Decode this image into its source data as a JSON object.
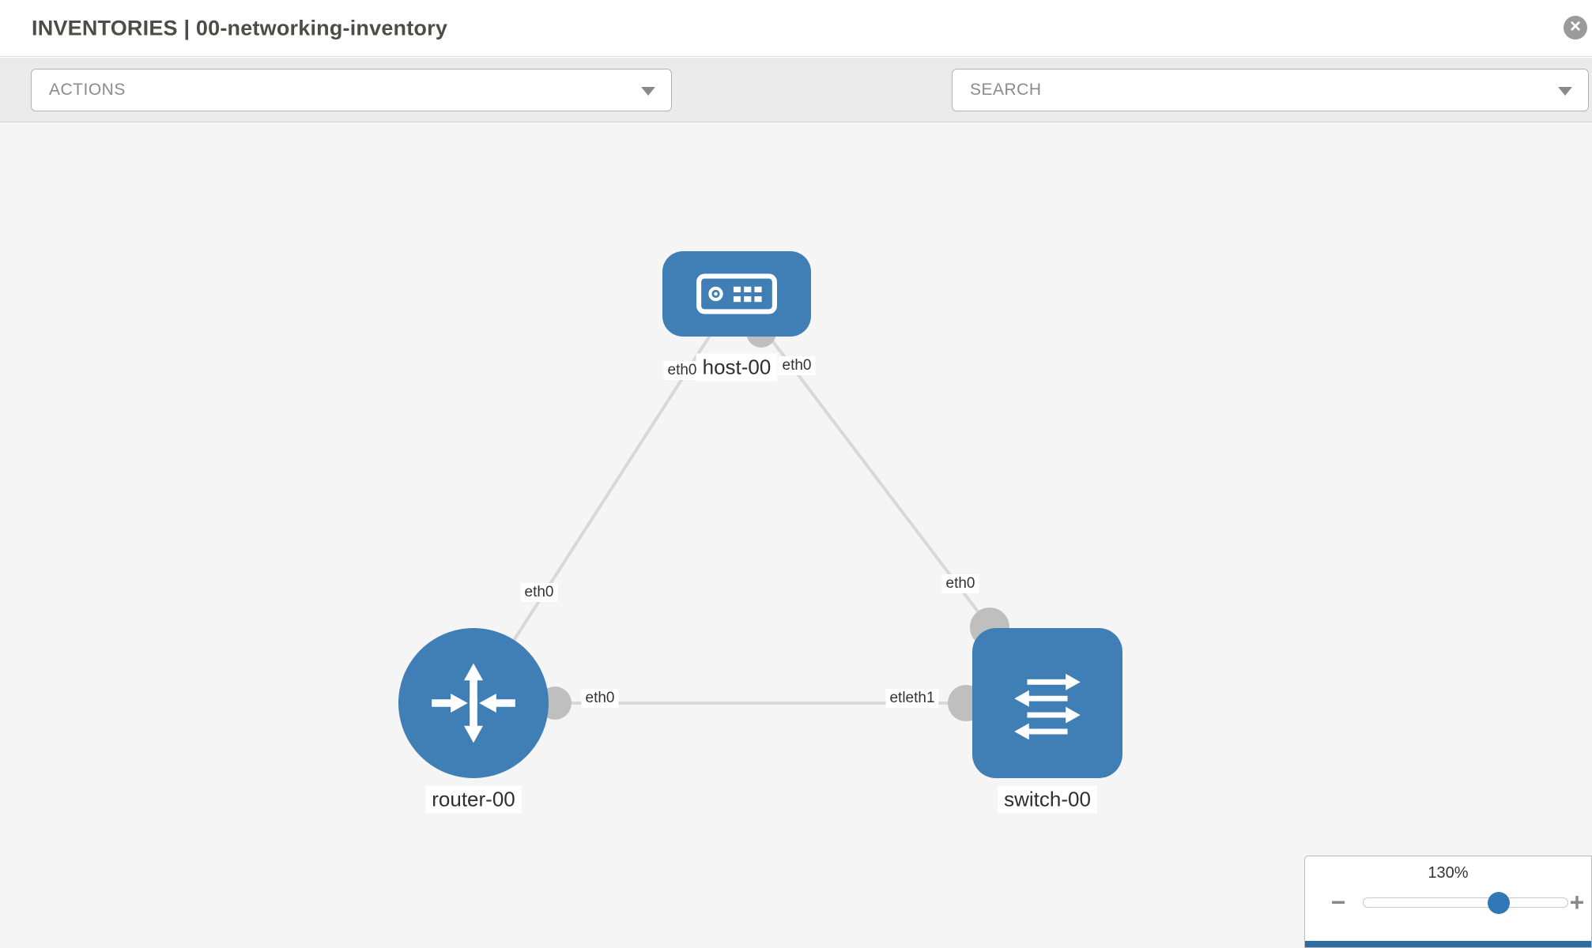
{
  "header": {
    "title": "INVENTORIES | 00-networking-inventory",
    "close_label": "×"
  },
  "toolbar": {
    "actions_label": "ACTIONS",
    "search_label": "SEARCH"
  },
  "topology": {
    "nodes": [
      {
        "id": "host-00",
        "type": "host",
        "label": "host-00"
      },
      {
        "id": "router-00",
        "type": "router",
        "label": "router-00"
      },
      {
        "id": "switch-00",
        "type": "switch",
        "label": "switch-00"
      }
    ],
    "links": [
      {
        "from": "host-00",
        "to": "router-00"
      },
      {
        "from": "host-00",
        "to": "switch-00"
      },
      {
        "from": "router-00",
        "to": "switch-00"
      }
    ],
    "interface_labels": {
      "host_left": "eth0",
      "host_right": "eth0",
      "router_top": "eth0",
      "switch_top": "eth0",
      "router_right": "eth0",
      "switch_left": "etleth1"
    }
  },
  "zoom": {
    "level": "130%",
    "minus_label": "−",
    "plus_label": "+"
  },
  "colors": {
    "node_blue": "#3f7fb5",
    "link_gray": "#d8d8d8",
    "port_gray": "#bfbfbf",
    "accent_blue": "#3178b6",
    "canvas_bg": "#f5f5f5"
  }
}
